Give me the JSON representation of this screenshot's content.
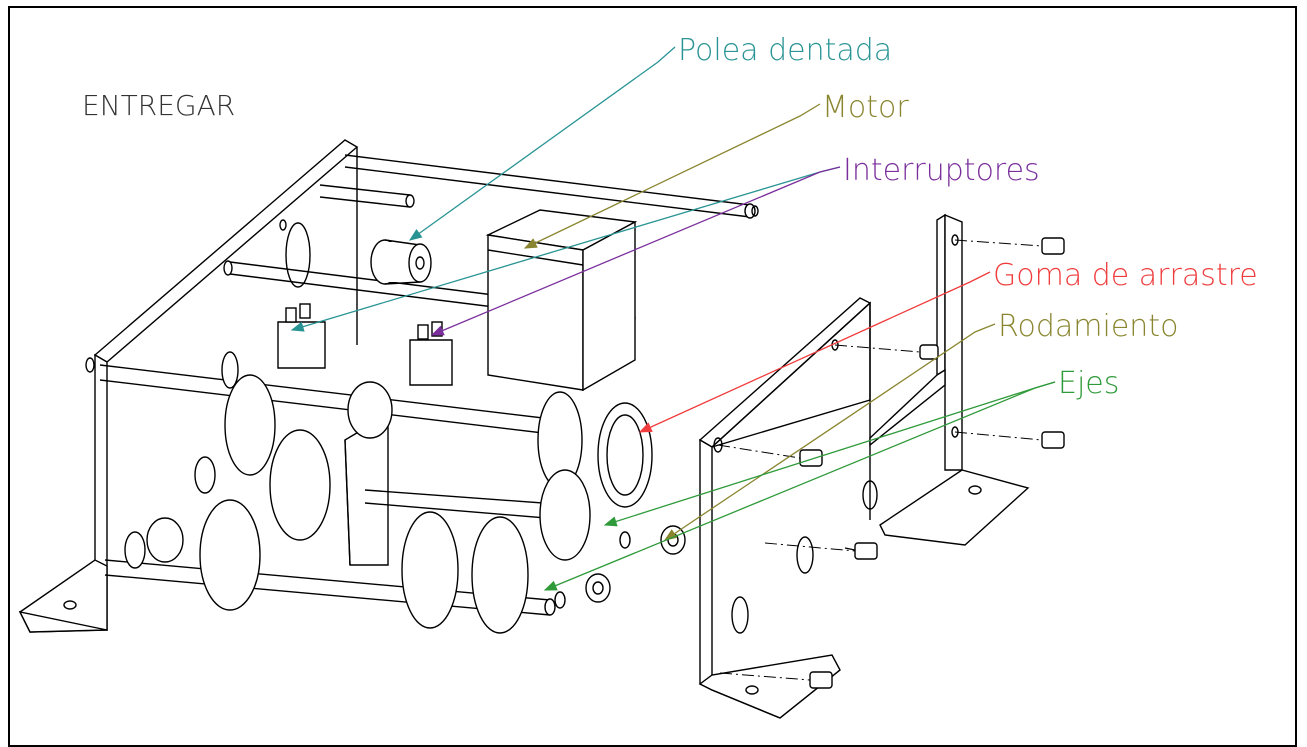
{
  "title": "ENTREGAR",
  "labels": {
    "polea": "Polea dentada",
    "motor": "Motor",
    "interruptores": "Interruptores",
    "goma": "Goma de arrastre",
    "rodamiento": "Rodamiento",
    "ejes": "Ejes"
  },
  "colors": {
    "polea": "#2a9494",
    "motor": "#8a8630",
    "interruptores": "#7b2f9c",
    "goma": "#f03c3c",
    "rodamiento": "#8a8630",
    "ejes": "#2f9a3a",
    "title": "#333333",
    "line": "#000000"
  }
}
